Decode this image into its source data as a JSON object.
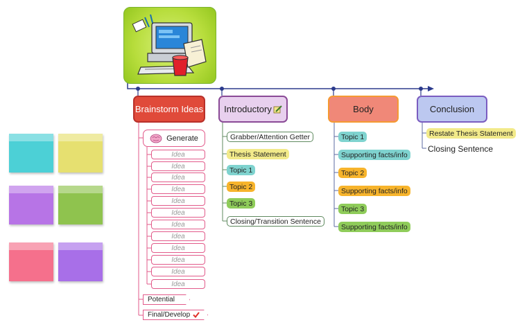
{
  "branches": {
    "brainstorm": "Brainstorm Ideas",
    "introductory": "Introductory",
    "body": "Body",
    "conclusion": "Conclusion"
  },
  "brainstorm": {
    "generate": "Generate",
    "ideas": [
      "Idea",
      "Idea",
      "Idea",
      "Idea",
      "Idea",
      "Idea",
      "Idea",
      "Idea",
      "Idea",
      "Idea",
      "Idea",
      "Idea"
    ],
    "potential": "Potential",
    "final": "Final/Develop"
  },
  "introductory": {
    "items": [
      {
        "label": "Grabber/Attention Getter",
        "style": "outline"
      },
      {
        "label": "Thesis Statement",
        "style": "yellow"
      },
      {
        "label": "Topic 1",
        "style": "teal"
      },
      {
        "label": "Topic 2",
        "style": "orange"
      },
      {
        "label": "Topic 3",
        "style": "green"
      },
      {
        "label": "Closing/Transition Sentence",
        "style": "outline"
      }
    ]
  },
  "body": {
    "items": [
      {
        "label": "Topic 1",
        "style": "teal"
      },
      {
        "label": "Supporting facts/info",
        "style": "teal"
      },
      {
        "label": "Topic 2",
        "style": "orange"
      },
      {
        "label": "Supporting facts/info",
        "style": "orange"
      },
      {
        "label": "Topic 3",
        "style": "green"
      },
      {
        "label": "Supporting facts/info",
        "style": "green"
      }
    ]
  },
  "conclusion": {
    "items": [
      {
        "label": "Restate Thesis Statement",
        "style": "yellow"
      },
      {
        "label": "Closing Sentence",
        "style": "plain"
      }
    ]
  },
  "colors": {
    "teal": "#7fd3cf",
    "yellow": "#f2ea8a",
    "orange": "#f7b42c",
    "green": "#8fcc5a",
    "line": "#2b3a8c",
    "sticky": [
      "#4cd0d6",
      "#e6e070",
      "#b774e6",
      "#8fc34e",
      "#f5708c",
      "#a86fe8"
    ]
  },
  "icons": {
    "hero": "computer-desk-icon",
    "generate": "brain-icon",
    "introductory": "notepad-pencil-icon",
    "final": "checkmark-icon"
  }
}
